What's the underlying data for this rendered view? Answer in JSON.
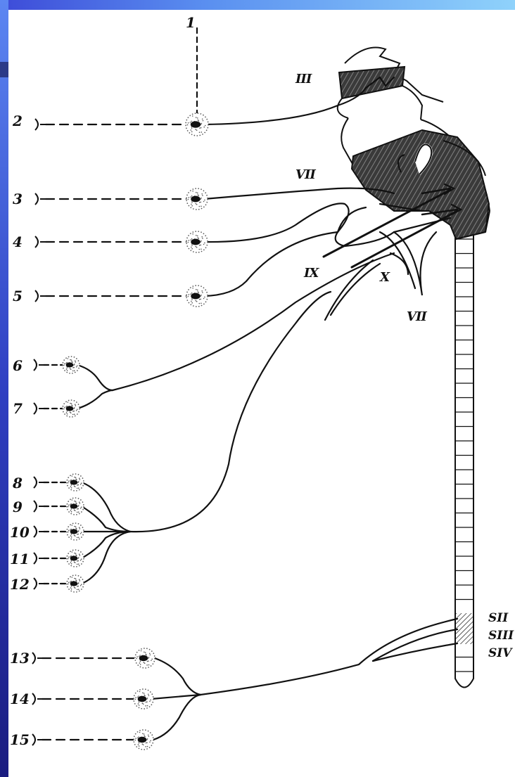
{
  "numbers": [
    "1",
    "2",
    "3",
    "4",
    "5",
    "6",
    "7",
    "8",
    "9",
    "10",
    "11",
    "12",
    "13",
    "14",
    "15"
  ],
  "romans": {
    "n3": "III",
    "n7a": "VII",
    "n9": "IX",
    "n10": "X",
    "n7b": "VII"
  },
  "segments": [
    "SII",
    "SIII",
    "SIV"
  ],
  "colors": {
    "frame": "#1d1f86",
    "ink": "#111111",
    "paper": "#ffffff"
  }
}
